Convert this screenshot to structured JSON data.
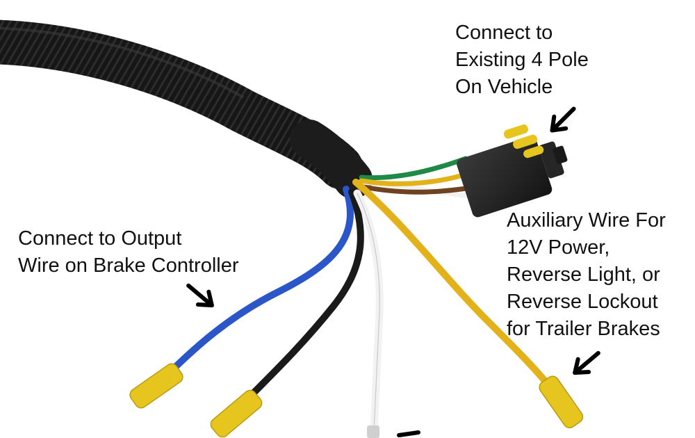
{
  "photo": {
    "background": "#ffffff",
    "colors": {
      "conduit": "#161616",
      "blue_wire": "#2a56c8",
      "black_wire": "#1a1a1a",
      "white_wire": "#f2f2f2",
      "yellow_wire": "#e3b21b",
      "green_wire": "#1e8a45",
      "brown_wire": "#6e4322",
      "connector_tips": "#e6c61e",
      "plug": "#202020"
    }
  },
  "labels": {
    "vehicle": {
      "lines": [
        "Connect to",
        "Existing 4 Pole",
        "On Vehicle"
      ]
    },
    "brake": {
      "lines": [
        "Connect to Output",
        "Wire on Brake Controller"
      ]
    },
    "aux": {
      "lines": [
        "Auxiliary Wire For",
        "12V Power,",
        "Reverse Light, or",
        "Reverse Lockout",
        "for Trailer Brakes"
      ]
    }
  },
  "arrows": {
    "vehicle": "arrow-down-left-icon",
    "brake": "arrow-down-right-icon",
    "aux": "arrow-down-left-icon",
    "partial": "arrow-icon"
  }
}
